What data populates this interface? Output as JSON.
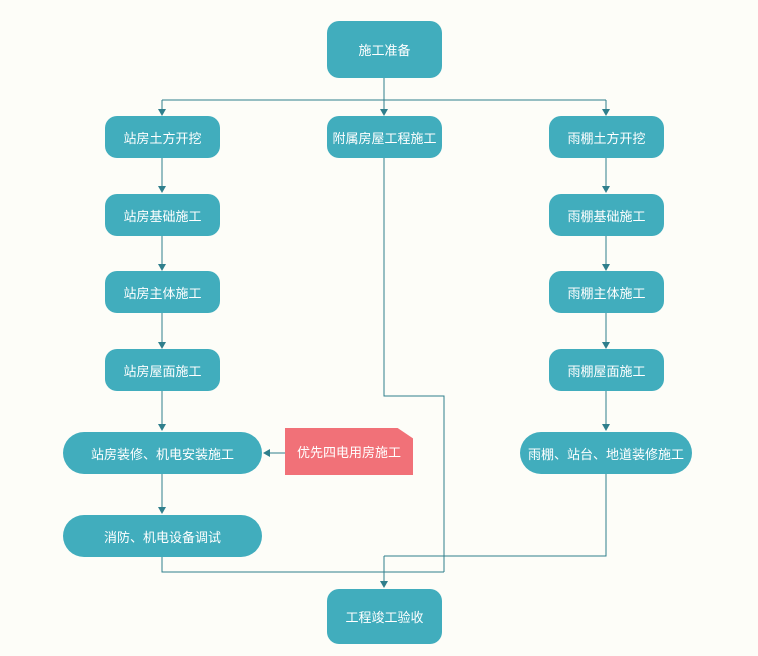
{
  "colors": {
    "node": "#41adbd",
    "note": "#f17178",
    "line": "#2f7f8c",
    "text": "#ffffff"
  },
  "nodes": {
    "start": "施工准备",
    "left_1": "站房土方开挖",
    "left_2": "站房基础施工",
    "left_3": "站房主体施工",
    "left_4": "站房屋面施工",
    "left_5": "站房装修、机电安装施工",
    "left_6": "消防、机电设备调试",
    "middle_1": "附属房屋工程施工",
    "right_1": "雨棚土方开挖",
    "right_2": "雨棚基础施工",
    "right_3": "雨棚主体施工",
    "right_4": "雨棚屋面施工",
    "right_5": "雨棚、站台、地道装修施工",
    "end": "工程竣工验收"
  },
  "note": "优先四电用房施工"
}
